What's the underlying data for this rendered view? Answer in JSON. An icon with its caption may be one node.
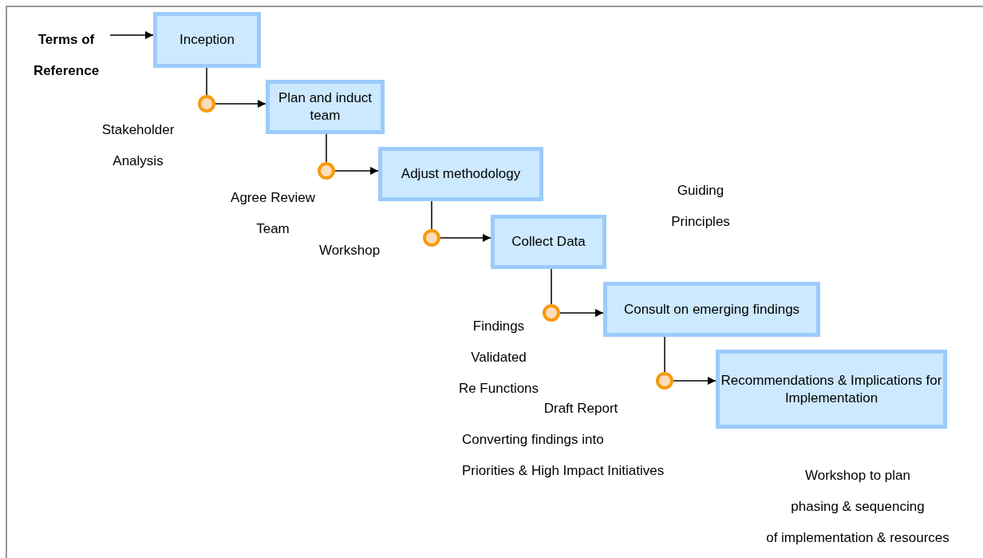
{
  "diagram": {
    "nodes": [
      {
        "text": [
          "Terms of Reference"
        ]
      },
      {
        "text": [
          "Inception"
        ]
      },
      {
        "text": [
          "Plan and induct team"
        ]
      },
      {
        "text": [
          "Adjust methodology"
        ]
      },
      {
        "text": [
          "Collect Data"
        ]
      },
      {
        "text": [
          "Consult on emerging findings"
        ]
      },
      {
        "text": [
          "Recommendations & Implications for Implementation"
        ]
      },
      {
        "text": [],
        "shape": "circle"
      },
      {
        "text": [],
        "shape": "circle"
      },
      {
        "text": [],
        "shape": "circle"
      },
      {
        "text": [],
        "shape": "circle"
      },
      {
        "text": [],
        "shape": "circle"
      }
    ],
    "edges": [
      {
        "from": 0,
        "to": 1,
        "arrow": "to"
      },
      {
        "from": 1,
        "to": 7,
        "arrow": "none"
      },
      {
        "from": 7,
        "to": 2,
        "arrow": "to"
      },
      {
        "from": 2,
        "to": 8,
        "arrow": "none"
      },
      {
        "from": 8,
        "to": 3,
        "arrow": "to"
      },
      {
        "from": 3,
        "to": 9,
        "arrow": "none"
      },
      {
        "from": 9,
        "to": 4,
        "arrow": "to"
      },
      {
        "from": 4,
        "to": 10,
        "arrow": "none"
      },
      {
        "from": 10,
        "to": 5,
        "arrow": "to"
      },
      {
        "from": 5,
        "to": 11,
        "arrow": "none"
      },
      {
        "from": 11,
        "to": 6,
        "arrow": "to"
      }
    ],
    "labels": [
      "Stakeholder Analysis",
      "Agree Review Team",
      "Workshop",
      "Guiding Principles",
      "Findings Validated Re Functions",
      "Draft Report",
      "Converting findings into Priorities & High Impact Initiatives",
      "Workshop to plan phasing & sequencing of implementation & resources"
    ]
  }
}
